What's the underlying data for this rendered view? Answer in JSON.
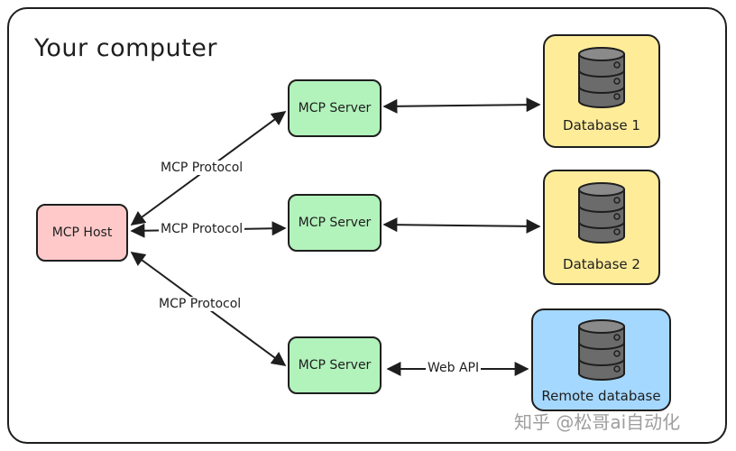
{
  "title": "Your computer",
  "host": {
    "label": "MCP Host"
  },
  "servers": [
    {
      "label": "MCP Server"
    },
    {
      "label": "MCP Server"
    },
    {
      "label": "MCP Server"
    }
  ],
  "databases": [
    {
      "label": "Database 1",
      "color": "#ffec99"
    },
    {
      "label": "Database 2",
      "color": "#ffec99"
    },
    {
      "label": "Remote database",
      "color": "#a5d8ff"
    }
  ],
  "edges": {
    "protocol_1": "MCP Protocol",
    "protocol_2": "MCP Protocol",
    "protocol_3": "MCP Protocol",
    "web_api": "Web API"
  },
  "colors": {
    "host": "#ffc9c9",
    "server": "#b2f2bb",
    "cylinder": "#6b6b6b"
  },
  "watermark": "知乎 @松哥ai自动化"
}
